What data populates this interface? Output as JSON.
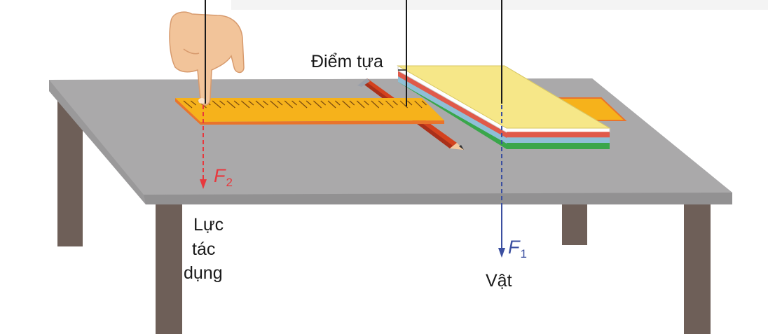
{
  "labels": {
    "fulcrum": "Điểm tựa",
    "applied_force_line1": "Lực",
    "applied_force_line2": "tác",
    "applied_force_line3": "dụng",
    "object": "Vật"
  },
  "forces": {
    "f2": {
      "symbol": "F",
      "subscript": "2",
      "color": "#e8383d"
    },
    "f1": {
      "symbol": "F",
      "subscript": "1",
      "color": "#3b4fa0"
    }
  },
  "colors": {
    "table_top": "#a7a6a7",
    "table_leg": "#6e5f58",
    "ruler": "#f6b21b",
    "ruler_edge": "#e9742b",
    "book_top": "#f6e788",
    "pencil": "#d4421e"
  }
}
